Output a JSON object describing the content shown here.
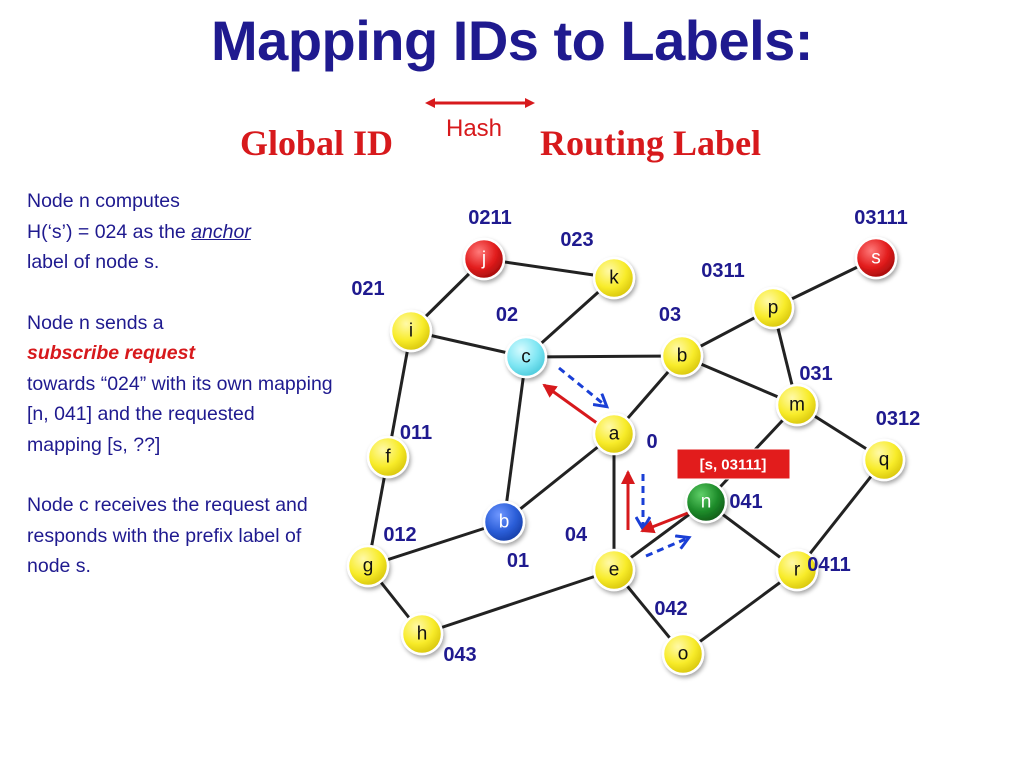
{
  "title": "Mapping IDs to Labels:",
  "mapping": {
    "left": "Global ID",
    "right": "Routing Label",
    "arrow_label": "Hash"
  },
  "text": {
    "p1_line1": "Node n computes",
    "p1_line2_pre": "H(‘s’) = 024 as the ",
    "p1_anchor": "anchor",
    "p1_line3": "label of node s.",
    "p2_line1": "Node n sends a",
    "p2_subscribe": "subscribe request",
    "p2_line3": "towards “024” with its own mapping       [n, 041] and the requested mapping [s, ??]",
    "p3": "Node c receives the request and responds with the prefix label of node s."
  },
  "colors": {
    "title": "#1f1a8f",
    "accent_red": "#d7191c",
    "node_yellow": "#f8ec2a",
    "node_cyan": "#7fe6f3",
    "node_blue": "#2c5fd9",
    "node_green": "#1e8c2a",
    "node_red": "#e21c1c",
    "edge": "#222222",
    "arrow_blue": "#1a3fd6"
  },
  "nodes": [
    {
      "id": "j",
      "label": "j",
      "color": "red"
    },
    {
      "id": "k",
      "label": "k",
      "color": "yellow"
    },
    {
      "id": "s",
      "label": "s",
      "color": "red"
    },
    {
      "id": "p",
      "label": "p",
      "color": "yellow"
    },
    {
      "id": "i",
      "label": "i",
      "color": "yellow"
    },
    {
      "id": "c",
      "label": "c",
      "color": "cyan"
    },
    {
      "id": "b1",
      "label": "b",
      "color": "yellow"
    },
    {
      "id": "m",
      "label": "m",
      "color": "yellow"
    },
    {
      "id": "a",
      "label": "a",
      "color": "yellow"
    },
    {
      "id": "q",
      "label": "q",
      "color": "yellow"
    },
    {
      "id": "f",
      "label": "f",
      "color": "yellow"
    },
    {
      "id": "n",
      "label": "n",
      "color": "green"
    },
    {
      "id": "b2",
      "label": "b",
      "color": "blue"
    },
    {
      "id": "g",
      "label": "g",
      "color": "yellow"
    },
    {
      "id": "e",
      "label": "e",
      "color": "yellow"
    },
    {
      "id": "r",
      "label": "r",
      "color": "yellow"
    },
    {
      "id": "h",
      "label": "h",
      "color": "yellow"
    },
    {
      "id": "o",
      "label": "o",
      "color": "yellow"
    }
  ],
  "edges": [
    [
      "j",
      "k"
    ],
    [
      "j",
      "i"
    ],
    [
      "k",
      "c"
    ],
    [
      "i",
      "c"
    ],
    [
      "i",
      "f"
    ],
    [
      "c",
      "b1"
    ],
    [
      "c",
      "b2"
    ],
    [
      "b1",
      "p"
    ],
    [
      "b1",
      "m"
    ],
    [
      "b1",
      "a"
    ],
    [
      "p",
      "s"
    ],
    [
      "p",
      "m"
    ],
    [
      "m",
      "q"
    ],
    [
      "m",
      "n"
    ],
    [
      "a",
      "e"
    ],
    [
      "a",
      "b2"
    ],
    [
      "f",
      "g"
    ],
    [
      "b2",
      "g"
    ],
    [
      "g",
      "h"
    ],
    [
      "h",
      "e"
    ],
    [
      "e",
      "n"
    ],
    [
      "e",
      "o"
    ],
    [
      "n",
      "r"
    ],
    [
      "q",
      "r"
    ],
    [
      "r",
      "o"
    ]
  ],
  "prefix_labels": [
    {
      "node": "j",
      "text": "0211"
    },
    {
      "node": "k",
      "text": "023"
    },
    {
      "node": "s",
      "text": "03111"
    },
    {
      "node": "p",
      "text": "0311"
    },
    {
      "node": "i",
      "text": "021"
    },
    {
      "node": "c",
      "text": "02"
    },
    {
      "node": "b1",
      "text": "03"
    },
    {
      "node": "m",
      "text": "031"
    },
    {
      "node": "q",
      "text": "0312"
    },
    {
      "node": "f",
      "text": "011"
    },
    {
      "node": "a",
      "text": "0"
    },
    {
      "node": "n",
      "text": "041",
      "color": "green"
    },
    {
      "node": "b2",
      "text": "012"
    },
    {
      "node": "b2b",
      "text": "01"
    },
    {
      "node": "e",
      "text": "04"
    },
    {
      "node": "r",
      "text": "0411"
    },
    {
      "node": "o",
      "text": "042"
    },
    {
      "node": "h",
      "text": "043"
    }
  ],
  "mapping_box": "[s, 03111]"
}
